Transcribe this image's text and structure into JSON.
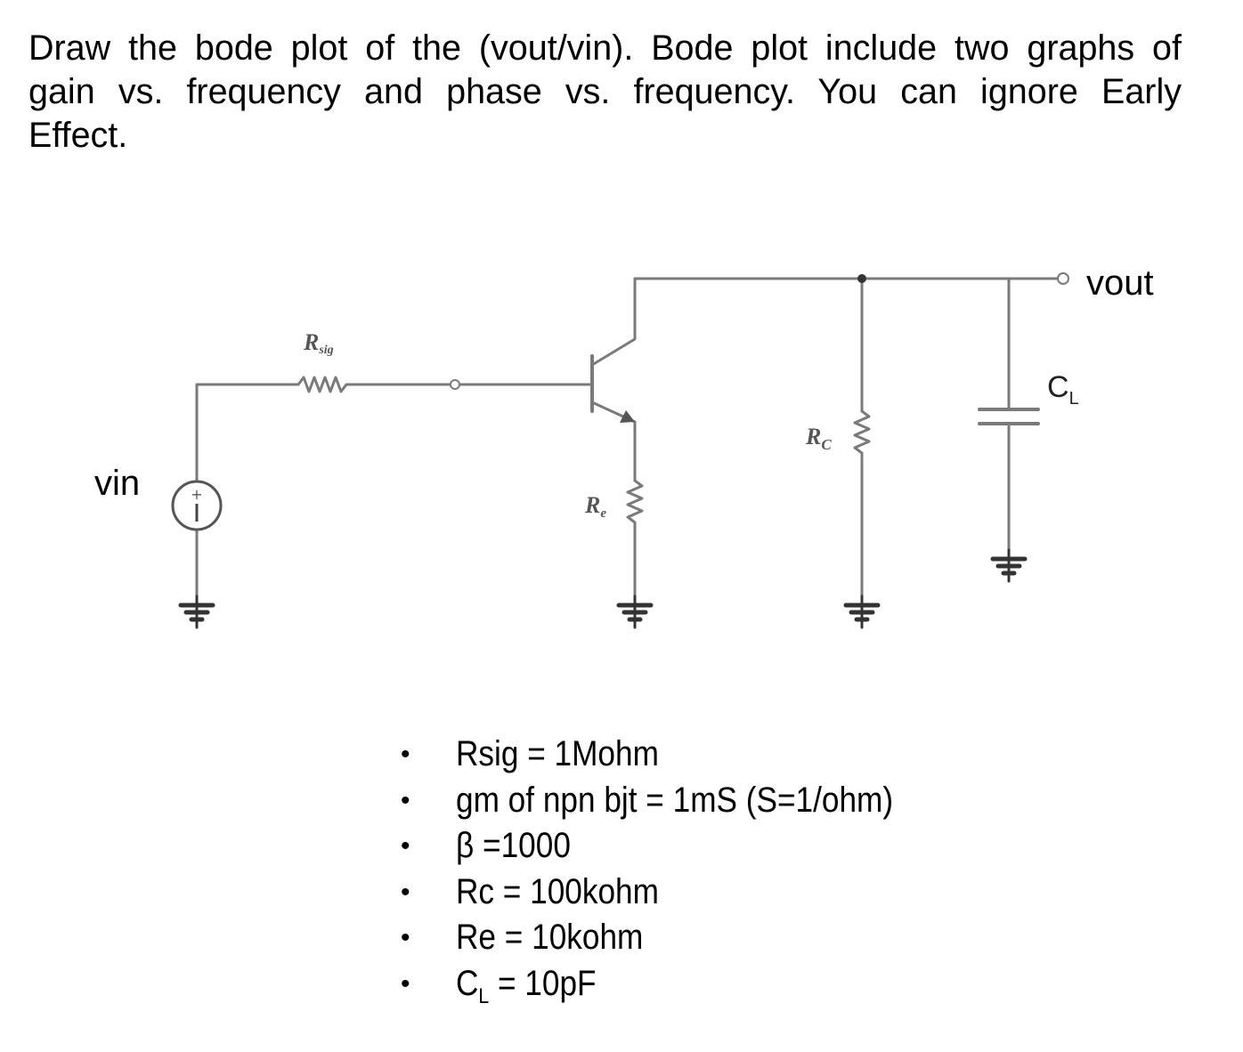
{
  "problem": {
    "line1": "Draw the bode plot of the (vout/vin). Bode plot include two graphs of",
    "line2": "gain vs. frequency and phase vs. frequency. You can ignore Early",
    "line3": "Effect."
  },
  "circuit": {
    "vin_label": "vin",
    "vout_label": "vout",
    "rsig_label": {
      "main": "R",
      "sub": "sig"
    },
    "re_label": {
      "main": "R",
      "sub": "e"
    },
    "rc_label": {
      "main": "R",
      "sub": "C"
    },
    "cl_label": {
      "main": "C",
      "sub": "L"
    },
    "source_plus": "+",
    "source_minus": "−"
  },
  "params": [
    {
      "bullet": "•",
      "text": "Rsig = 1Mohm"
    },
    {
      "bullet": "•",
      "text": "gm of npn bjt = 1mS (S=1/ohm)"
    },
    {
      "bullet": "•",
      "text": "β =1000"
    },
    {
      "bullet": "•",
      "text": "Rc = 100kohm"
    },
    {
      "bullet": "•",
      "text": "Re = 10kohm"
    },
    {
      "bullet": "•",
      "text": "C",
      "sub": "L",
      "rest": " = 10pF"
    }
  ],
  "colors": {
    "wire": "#7a7a7a",
    "text": "#000000"
  }
}
